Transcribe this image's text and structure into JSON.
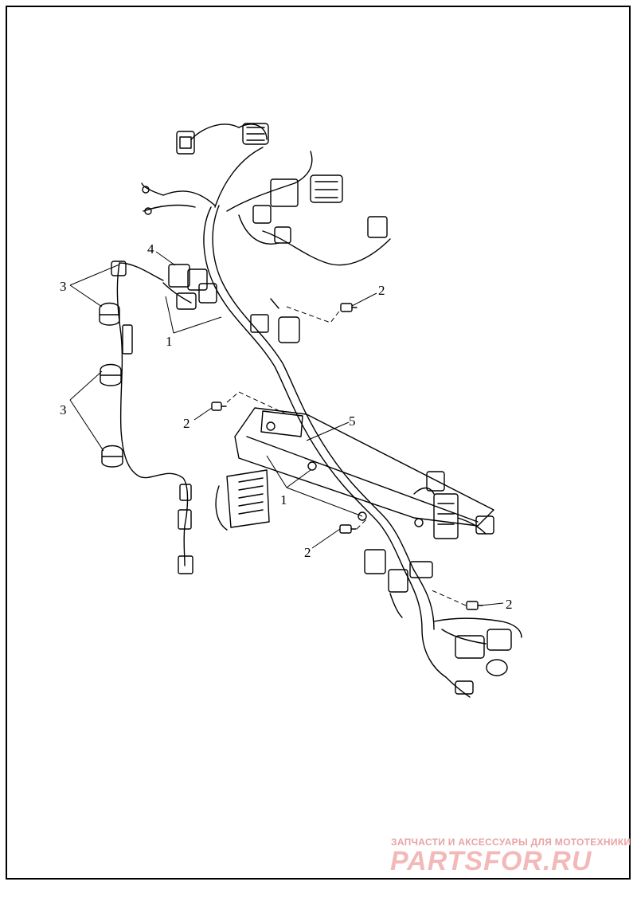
{
  "callouts": {
    "c1_top": "1",
    "c1_mid": "1",
    "c2_a": "2",
    "c2_b": "2",
    "c2_c": "2",
    "c2_d": "2",
    "c3_top": "3",
    "c3_bottom": "3",
    "c4": "4",
    "c5": "5"
  },
  "watermark": {
    "tagline": "ЗАПЧАСТИ И АКСЕССУАРЫ ДЛЯ МОТОТЕХНИКИ",
    "logo": "PARTSFOR.RU"
  },
  "colors": {
    "line": "#000000",
    "watermark": "#f3b9b9"
  }
}
